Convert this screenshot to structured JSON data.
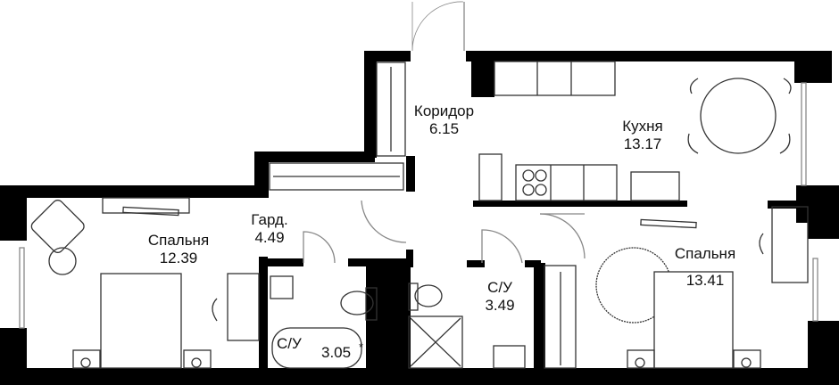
{
  "plan": {
    "type": "apartment floor plan",
    "colors": {
      "wall": "#000000",
      "line": "#333333",
      "background": "#ffffff"
    },
    "rooms": [
      {
        "id": "corridor",
        "name": "Коридор",
        "area": "6.15"
      },
      {
        "id": "kitchen",
        "name": "Кухня",
        "area": "13.17"
      },
      {
        "id": "wardrobe",
        "name": "Гард.",
        "area": "4.49"
      },
      {
        "id": "bedroom-left",
        "name": "Спальня",
        "area": "12.39"
      },
      {
        "id": "bedroom-right",
        "name": "Спальня",
        "area": "13.41"
      },
      {
        "id": "bathroom-left",
        "name": "С/У",
        "area": "3.05",
        "marker": "*"
      },
      {
        "id": "bathroom-right",
        "name": "С/У",
        "area": "3.49"
      }
    ]
  }
}
